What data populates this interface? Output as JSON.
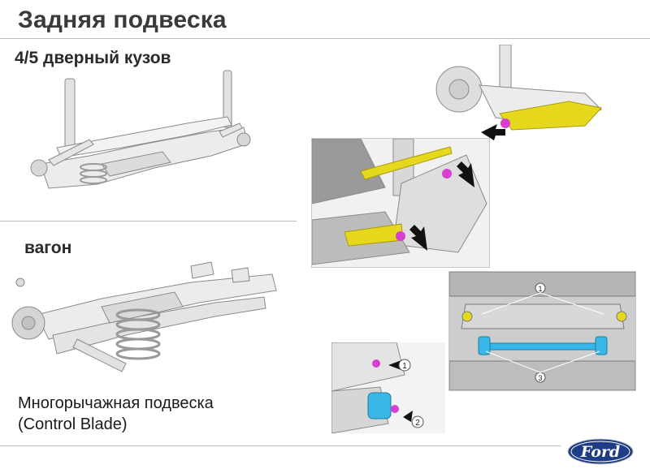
{
  "page": {
    "title": "Задняя подвеска",
    "section_1": "4/5 дверный кузов",
    "section_2": "вагон",
    "caption_line_1": "Многорычажная подвеска",
    "caption_line_2": "(Control Blade)"
  },
  "callouts": {
    "one": "1",
    "two": "2",
    "three": "3"
  },
  "logo": {
    "brand": "Ford",
    "color": "#1f3c86"
  },
  "colors": {
    "highlight_yellow": "#e6d81c",
    "highlight_cyan": "#37b8e8",
    "highlight_magenta": "#d63fd0"
  }
}
